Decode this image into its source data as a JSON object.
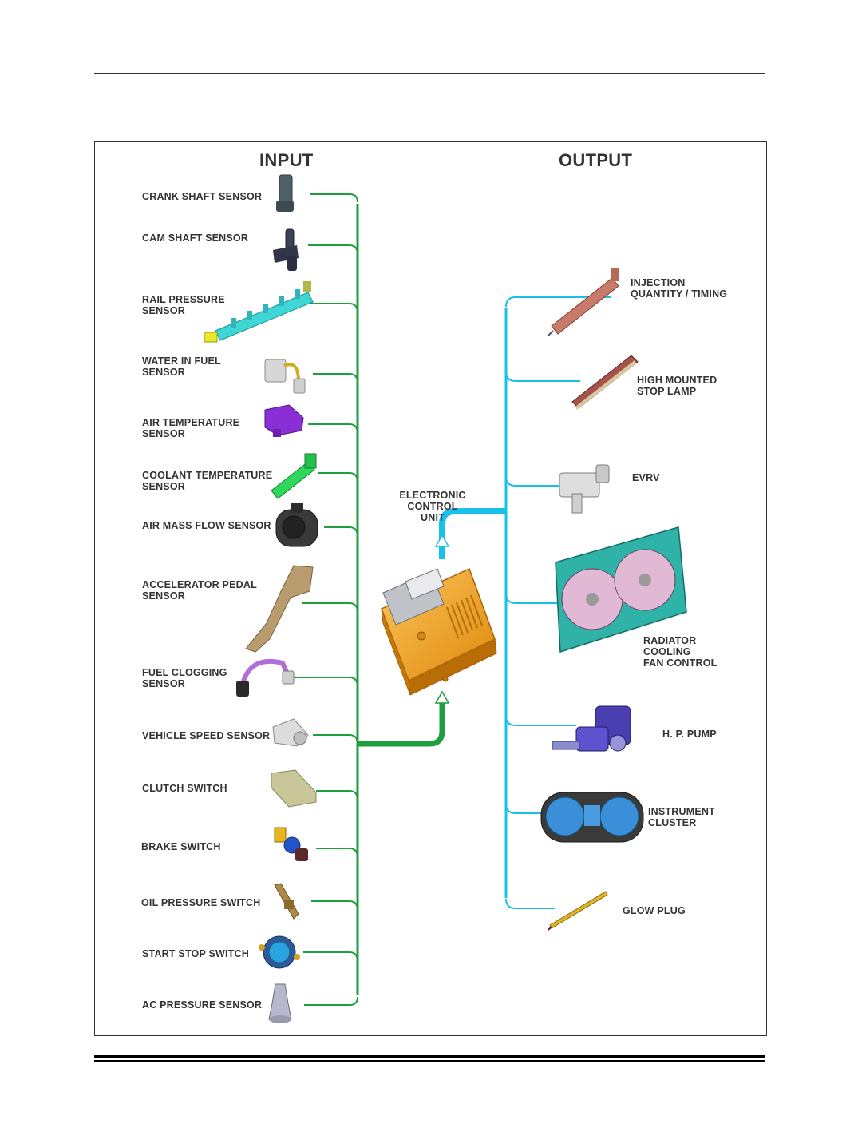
{
  "headings": {
    "input": "INPUT",
    "output": "OUTPUT"
  },
  "ecu": {
    "label": "ELECTRONIC CONTROL\nUNIT",
    "icon": "ecu-module-icon"
  },
  "inputs": [
    {
      "label": "CRANK SHAFT SENSOR",
      "icon": "crank-shaft-sensor-icon"
    },
    {
      "label": "CAM SHAFT SENSOR",
      "icon": "cam-shaft-sensor-icon"
    },
    {
      "label": "RAIL PRESSURE\nSENSOR",
      "icon": "fuel-rail-icon"
    },
    {
      "label": "WATER IN FUEL\nSENSOR",
      "icon": "water-in-fuel-sensor-icon"
    },
    {
      "label": "AIR TEMPERATURE\nSENSOR",
      "icon": "air-temperature-sensor-icon"
    },
    {
      "label": "COOLANT TEMPERATURE\nSENSOR",
      "icon": "coolant-temperature-sensor-icon"
    },
    {
      "label": "AIR MASS FLOW SENSOR",
      "icon": "air-mass-flow-sensor-icon"
    },
    {
      "label": "ACCELERATOR PEDAL\nSENSOR",
      "icon": "accelerator-pedal-icon"
    },
    {
      "label": "FUEL CLOGGING\nSENSOR",
      "icon": "fuel-clogging-sensor-icon"
    },
    {
      "label": "VEHICLE SPEED SENSOR",
      "icon": "vehicle-speed-sensor-icon"
    },
    {
      "label": "CLUTCH SWITCH",
      "icon": "clutch-switch-icon"
    },
    {
      "label": "BRAKE SWITCH",
      "icon": "brake-switch-icon"
    },
    {
      "label": "OIL PRESSURE SWITCH",
      "icon": "oil-pressure-switch-icon"
    },
    {
      "label": "START STOP SWITCH",
      "icon": "start-stop-switch-icon"
    },
    {
      "label": "AC PRESSURE SENSOR",
      "icon": "ac-pressure-sensor-icon"
    }
  ],
  "outputs": [
    {
      "label": "INJECTION\nQUANTITY / TIMING",
      "icon": "injector-icon"
    },
    {
      "label": "HIGH MOUNTED\nSTOP LAMP",
      "icon": "stop-lamp-icon"
    },
    {
      "label": "EVRV",
      "icon": "evrv-valve-icon"
    },
    {
      "label": "RADIATOR\nCOOLING\nFAN CONTROL",
      "icon": "radiator-fan-icon"
    },
    {
      "label": "H. P. PUMP",
      "icon": "hp-pump-icon"
    },
    {
      "label": "INSTRUMENT\nCLUSTER",
      "icon": "instrument-cluster-icon"
    },
    {
      "label": "GLOW PLUG",
      "icon": "glow-plug-icon"
    }
  ],
  "colors": {
    "input_line": "#1f9e3e",
    "output_line": "#19c0ea",
    "ecu": "#f4a41d",
    "frame": "#333333"
  }
}
